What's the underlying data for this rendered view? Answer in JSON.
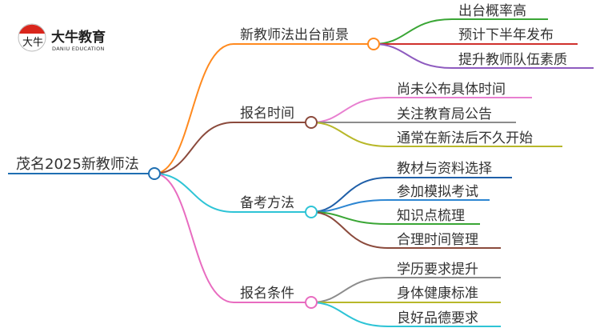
{
  "logo": {
    "name_cn": "大牛教育",
    "name_en": "DANIU EDUCATION",
    "glyph": "大牛"
  },
  "root": {
    "label": "茂名2025新教师法",
    "color": "#1f6fb2"
  },
  "branches": [
    {
      "label": "新教师法出台前景",
      "color": "#ff8a1f",
      "leaves": [
        {
          "label": "出台概率高",
          "color": "#3aa635"
        },
        {
          "label": "预计下半年发布",
          "color": "#d0312d"
        },
        {
          "label": "提升教师队伍素质",
          "color": "#8e5bbf"
        }
      ]
    },
    {
      "label": "报名时间",
      "color": "#8b4a3c",
      "leaves": [
        {
          "label": "尚未公布具体时间",
          "color": "#e87fd0"
        },
        {
          "label": "关注教育局公告",
          "color": "#8c8c8c"
        },
        {
          "label": "通常在新法后不久开始",
          "color": "#b8b82a"
        }
      ]
    },
    {
      "label": "备考方法",
      "color": "#2ec4d6",
      "leaves": [
        {
          "label": "教材与资料选择",
          "color": "#1f5fa8"
        },
        {
          "label": "参加模拟考试",
          "color": "#2d86d2"
        },
        {
          "label": "知识点梳理",
          "color": "#3aa635"
        },
        {
          "label": "合理时间管理",
          "color": "#8b4a3c"
        }
      ]
    },
    {
      "label": "报名条件",
      "color": "#e86cc0",
      "leaves": [
        {
          "label": "学历要求提升",
          "color": "#8c8c8c"
        },
        {
          "label": "身体健康标准",
          "color": "#b8b82a"
        },
        {
          "label": "良好品德要求",
          "color": "#2ec4d6"
        }
      ]
    }
  ]
}
